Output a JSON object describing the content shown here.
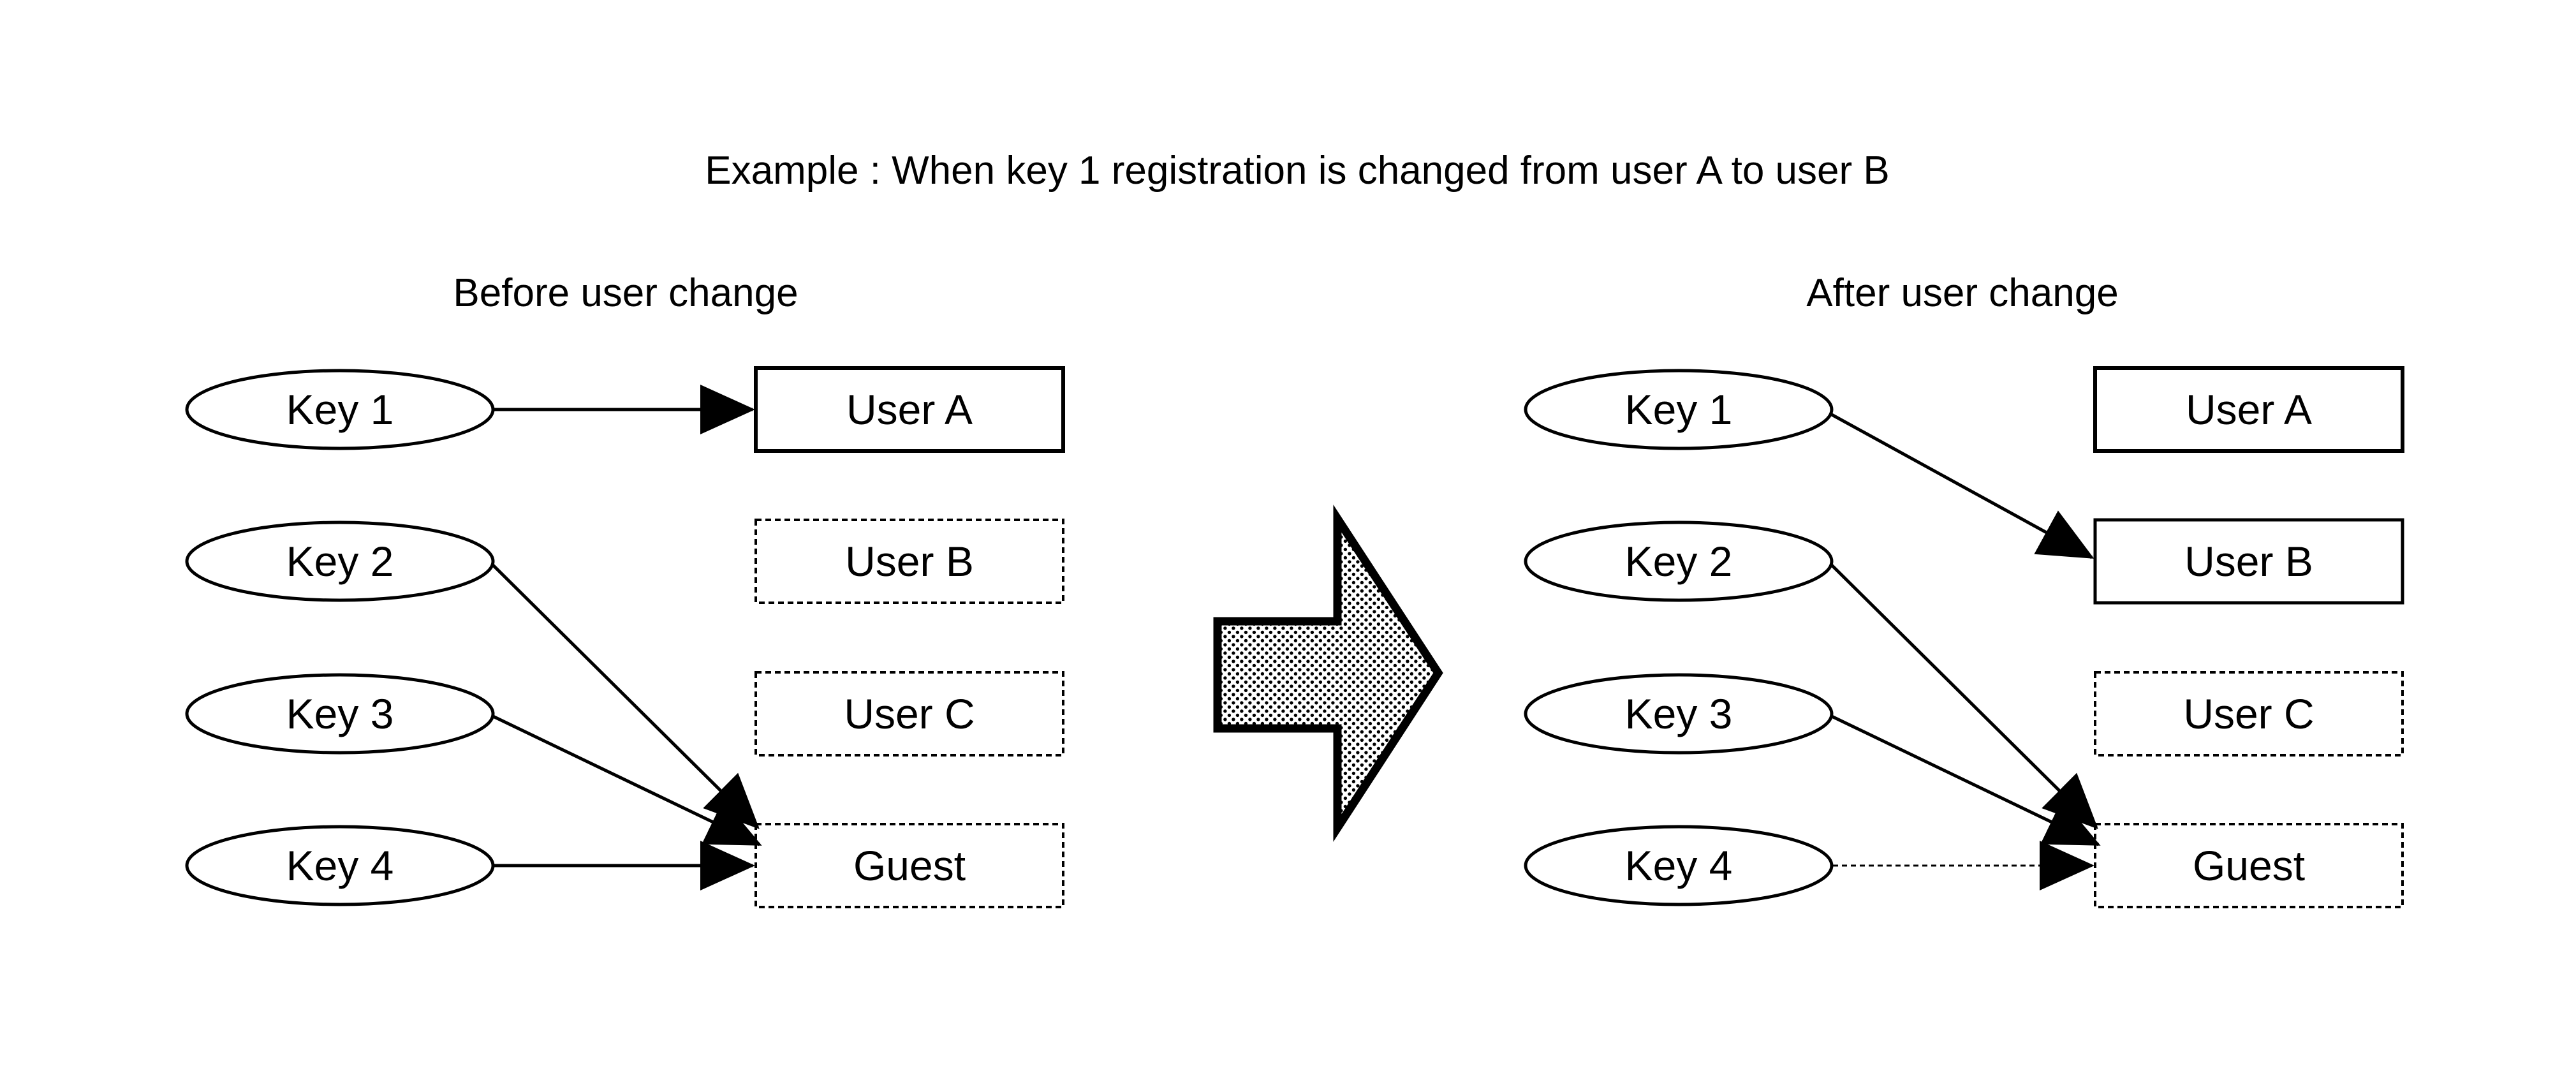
{
  "title": "Example : When key 1 registration is changed from user A to user B",
  "colors": {
    "ink": "#000000",
    "paper": "#ffffff"
  },
  "panels": {
    "before": {
      "header": "Before user change",
      "keys": [
        "Key 1",
        "Key 2",
        "Key 3",
        "Key 4"
      ],
      "users": [
        "User A",
        "User B",
        "User C",
        "Guest"
      ],
      "connections": [
        {
          "from": "Key 1",
          "to": "User A"
        },
        {
          "from": "Key 2",
          "to": "Guest"
        },
        {
          "from": "Key 3",
          "to": "Guest"
        },
        {
          "from": "Key 4",
          "to": "Guest"
        }
      ]
    },
    "after": {
      "header": "After user change",
      "keys": [
        "Key 1",
        "Key 2",
        "Key 3",
        "Key 4"
      ],
      "users": [
        "User A",
        "User B",
        "User C",
        "Guest"
      ],
      "connections": [
        {
          "from": "Key 1",
          "to": "User B"
        },
        {
          "from": "Key 2",
          "to": "Guest"
        },
        {
          "from": "Key 3",
          "to": "Guest"
        },
        {
          "from": "Key 4",
          "to": "Guest"
        }
      ]
    }
  },
  "transition_arrow": {
    "icon": "right-arrow-icon",
    "direction": "right",
    "fill_style": "dotted-halftone"
  }
}
